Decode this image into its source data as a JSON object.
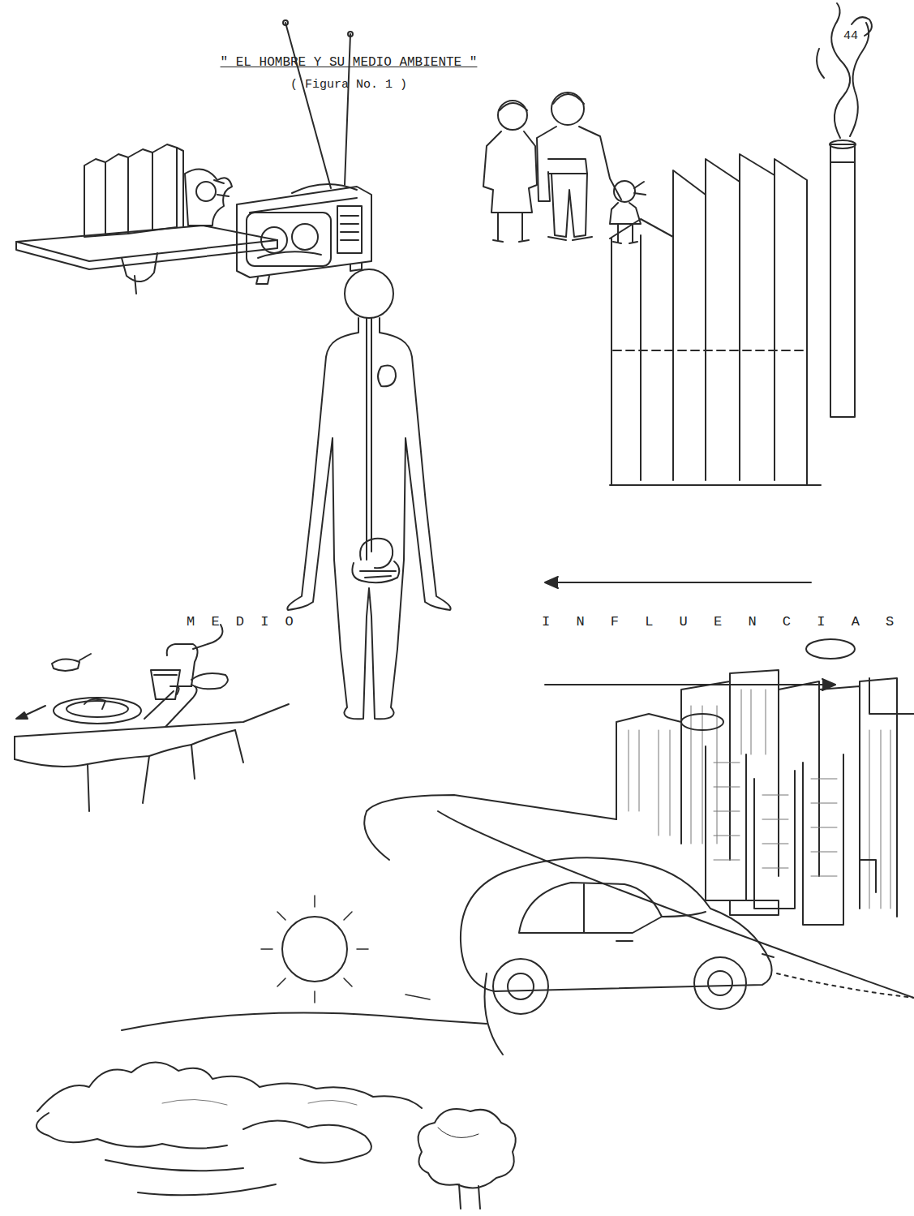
{
  "diagram": {
    "title": "\" EL HOMBRE Y SU MEDIO AMBIENTE \"",
    "caption": "( Figura No. 1 )",
    "labels": [
      "44",
      "M E D I O",
      "I N F L U E N C I A S"
    ]
  }
}
